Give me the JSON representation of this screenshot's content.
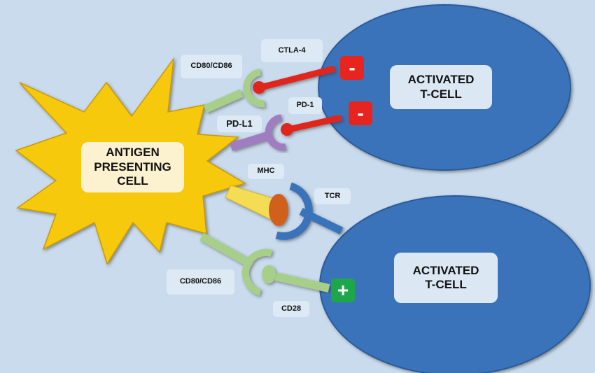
{
  "cells": {
    "apc": {
      "label": "ANTIGEN\nPRESENTING\nCELL",
      "color": "#f6c90f"
    },
    "tcell_top": {
      "label": "ACTIVATED\nT-CELL",
      "color": "#3b73bb"
    },
    "tcell_bottom": {
      "label": "ACTIVATED\nT-CELL",
      "color": "#3b73bb"
    }
  },
  "labels": {
    "cd80_top": "CD80/CD86",
    "ctla4": "CTLA-4",
    "pdl1": "PD-L1",
    "pd1": "PD-1",
    "mhc": "MHC",
    "tcr": "TCR",
    "cd80_bottom": "CD80/CD86",
    "cd28": "CD28"
  },
  "signals": {
    "ctla4_sign": {
      "symbol": "-",
      "meaning": "inhibitory",
      "color": "#e8241f"
    },
    "pd1_sign": {
      "symbol": "-",
      "meaning": "inhibitory",
      "color": "#e8241f"
    },
    "cd28_sign": {
      "symbol": "+",
      "meaning": "stimulatory",
      "color": "#1ea64a"
    }
  },
  "colors": {
    "background": "#c9dbed",
    "cd80": "#a8cf8a",
    "pdl1": "#a07cc0",
    "mhc": "#f5dc55",
    "peptide": "#d0601f",
    "tcr": "#3b73bb",
    "inhibitory_receptor": "#e0261f"
  }
}
